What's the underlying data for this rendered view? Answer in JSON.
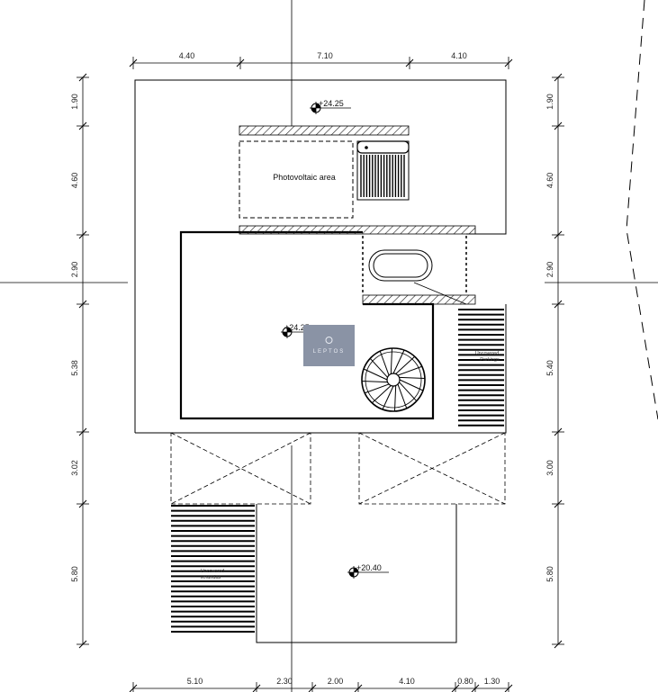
{
  "plan": {
    "dimensions": {
      "top": [
        "4.40",
        "7.10",
        "4.10"
      ],
      "bottom": [
        "5.10",
        "2.30",
        "2.00",
        "4.10",
        "0.80",
        "1.30"
      ],
      "left": [
        "1.90",
        "4.60",
        "2.90",
        "5.38",
        "3.02",
        "5.80"
      ],
      "right": [
        "1.90",
        "4.60",
        "2.90",
        "5.40",
        "3.00",
        "5.80"
      ]
    },
    "levels": {
      "top": "+24.25",
      "middle": "+24.25",
      "bottom": "+20.40"
    },
    "labels": {
      "photovoltaic": "Photovoltaic area",
      "uncovered_parkings_1": "Uncovered",
      "uncovered_parkings_2": "Parkings",
      "uncovered_verandas_1": "Uncovered",
      "uncovered_verandas_2": "verandas"
    },
    "logo": {
      "text": "LEPTOS",
      "color": "#8a93a5"
    }
  }
}
